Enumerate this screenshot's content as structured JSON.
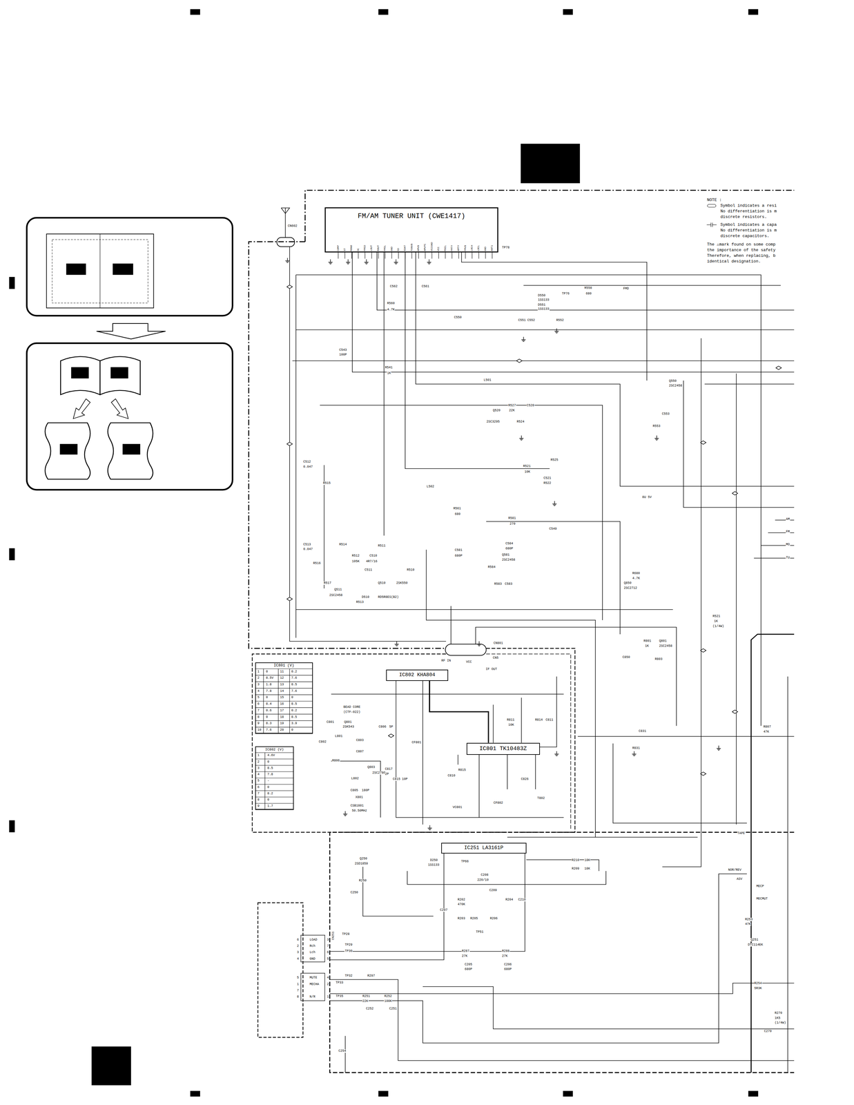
{
  "diagram": {
    "nodes": [
      {
        "text": [
          "FM/AM TUNER UNIT (CWE1417)"
        ]
      },
      {
        "text": [
          "IC802 KHA804"
        ]
      },
      {
        "text": [
          "IC801 TK10483Z"
        ]
      },
      {
        "text": [
          "IC251 LA3161P"
        ]
      },
      {
        "text": [
          "IC801 (V)"
        ]
      },
      {
        "text": [
          "IC802 (V)"
        ]
      }
    ],
    "edges": [
      {
        "from": 1,
        "to": 2,
        "arrow": "none"
      }
    ],
    "labels": [
      "NOTE :",
      "Symbol indicates a resi",
      "No differentiation is m",
      "discrete resistors.",
      "Symbol indicates a capa",
      "No differentiation is m",
      "discrete capacitors.",
      "The ⚠mark found on some comp",
      "the importance of the safety",
      "Therefore, when replacing, b",
      "identical designation.",
      "COMP",
      "ST",
      "MONO",
      "DC",
      "FMSD",
      "LOUT",
      "ROUT",
      "FMSL",
      "GND",
      "SD",
      "SDAT",
      "TUNVB",
      "AMVB",
      "AMVPC",
      "VCCGND",
      "VCC",
      "MSEL",
      "FMTY",
      "AMTY",
      "FMVB",
      "LOCH",
      "LOCL",
      "GND",
      "ANT1",
      "1",
      "0",
      "11",
      "0.2",
      "2",
      "8.5V",
      "12",
      "7.6",
      "3",
      "1.8",
      "13",
      "8.5",
      "4",
      "7.8",
      "14",
      "7.6",
      "5",
      "0",
      "15",
      "0",
      "6",
      "8.4",
      "16",
      "8.5",
      "7",
      "0.6",
      "17",
      "0.2",
      "8",
      "0",
      "18",
      "8.5",
      "9",
      "8.3",
      "19",
      "3.9",
      "10",
      "7.6",
      "20",
      "0",
      "1",
      "4.6V",
      "2",
      "0",
      "3",
      "8.5",
      "4",
      "7.8",
      "5",
      "-",
      "6",
      "0",
      "7",
      "8.2",
      "8",
      "0",
      "9",
      "1.7",
      "6",
      "2",
      "3",
      "4",
      "5",
      "1",
      "7",
      "8",
      "LOAD",
      "Rch",
      "Lch",
      "GND",
      "MUTE",
      "MECHA",
      "N/R",
      "3",
      "7",
      "6",
      "5",
      "4",
      "2",
      "1",
      "CN251",
      "CN602",
      "TP78",
      "C562",
      "C561",
      "R560",
      "4.7K",
      "C550",
      "D550",
      "1SS133",
      "D551",
      "1SS133",
      "TP76",
      "R558",
      "680",
      "FMD",
      "C551",
      "C552",
      "R552",
      "C543",
      "100P",
      "R541",
      "1K",
      "L501",
      "Q520",
      "2SC3295",
      "R527",
      "22K",
      "C528",
      "R524",
      "Q550",
      "2SC2458",
      "C553",
      "R553",
      "C512",
      "0.047",
      "R515",
      "L502",
      "R521",
      "10K",
      "C521",
      "R522",
      "R525",
      "R561",
      "680",
      "R581",
      "270",
      "C549",
      "8U 5V",
      "AM",
      "FM",
      "MO",
      "TU",
      "C513",
      "0.047",
      "R516",
      "R514",
      "R512",
      "105K",
      "C510",
      "4R7/16",
      "R511",
      "C511",
      "R510",
      "Q510",
      "2SK550",
      "Q511",
      "2SC2458",
      "R517",
      "D510",
      "RD5R8ES(B2)",
      "R513",
      "C581",
      "680P",
      "C584",
      "680P",
      "Q581",
      "2SC2458",
      "R584",
      "R583",
      "C583",
      "R680",
      "4.7K",
      "Q850",
      "2SC2712",
      "R521",
      "1K",
      "(1/4W)",
      "R801",
      "1K",
      "Q801",
      "2SC2458",
      "C850",
      "R803",
      "CN801",
      "RF IN",
      "VCC",
      "CN5",
      "IF OUT",
      "C831",
      "R831",
      "R807",
      "47K",
      "BEAD CORE",
      "(CTF-022)",
      "Q801",
      "2SK543",
      "C801",
      "C802",
      "L801",
      "C803",
      "C806",
      "5P",
      "CF801",
      "C807",
      "R806",
      "Q803",
      "2SC2786",
      "L802",
      "C805",
      "180P",
      "X801",
      "CSB1801",
      "50.50MHz",
      "C817",
      "2P",
      "C815",
      "10P",
      "C810",
      "R815",
      "CF802",
      "T802",
      "VC801",
      "C826",
      "R811",
      "10K",
      "C811",
      "R814",
      "Q250",
      "2SD1859",
      "D250",
      "1SS133",
      "TP66",
      "C208",
      "220/10",
      "R210",
      "18K",
      "R209",
      "18K",
      "C250",
      "R250",
      "C207",
      "R202",
      "470K",
      "C209",
      "R204",
      "C210",
      "R203",
      "R205",
      "R206",
      "TP51",
      "R287",
      "27K",
      "R288",
      "27K",
      "C205",
      "680P",
      "C206",
      "680P",
      "R297",
      "R251",
      "22K",
      "R252",
      "100K",
      "C252",
      "C251",
      "C254",
      "TP28",
      "TP29",
      "TP30",
      "TP32",
      "TP33",
      "TP35",
      "TAPE",
      "NOR/REV",
      "ASV",
      "MECP",
      "MECMUT",
      "R253",
      "47K",
      "Q251",
      "DTC114EK",
      "R254",
      "5R3K",
      "R270",
      "1K5",
      "(1/4W)",
      "C270"
    ]
  }
}
